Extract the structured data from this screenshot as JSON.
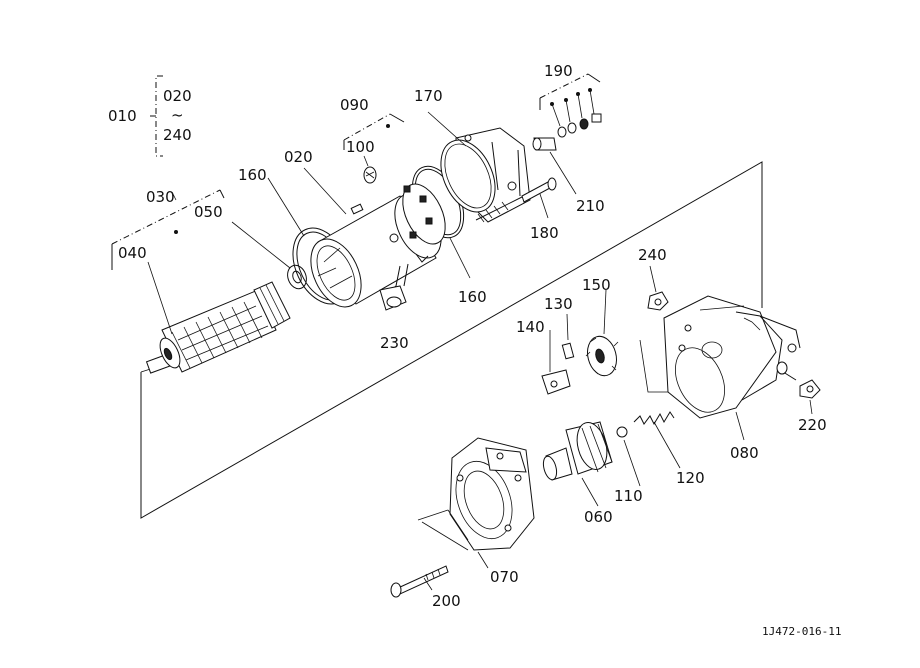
{
  "labels": {
    "p010": "010",
    "p020_range_top": "020",
    "p_range_tilde": "~",
    "p240_range_bottom": "240",
    "p020": "020",
    "p030": "030",
    "p040": "040",
    "p050": "050",
    "p060": "060",
    "p070": "070",
    "p080": "080",
    "p090": "090",
    "p100": "100",
    "p110": "110",
    "p120": "120",
    "p130": "130",
    "p140": "140",
    "p150": "150",
    "p160_top": "160",
    "p160_bottom": "160",
    "p170": "170",
    "p180": "180",
    "p190": "190",
    "p200": "200",
    "p210": "210",
    "p220": "220",
    "p230": "230",
    "p240": "240"
  },
  "reference_code": "1J472-016-11"
}
